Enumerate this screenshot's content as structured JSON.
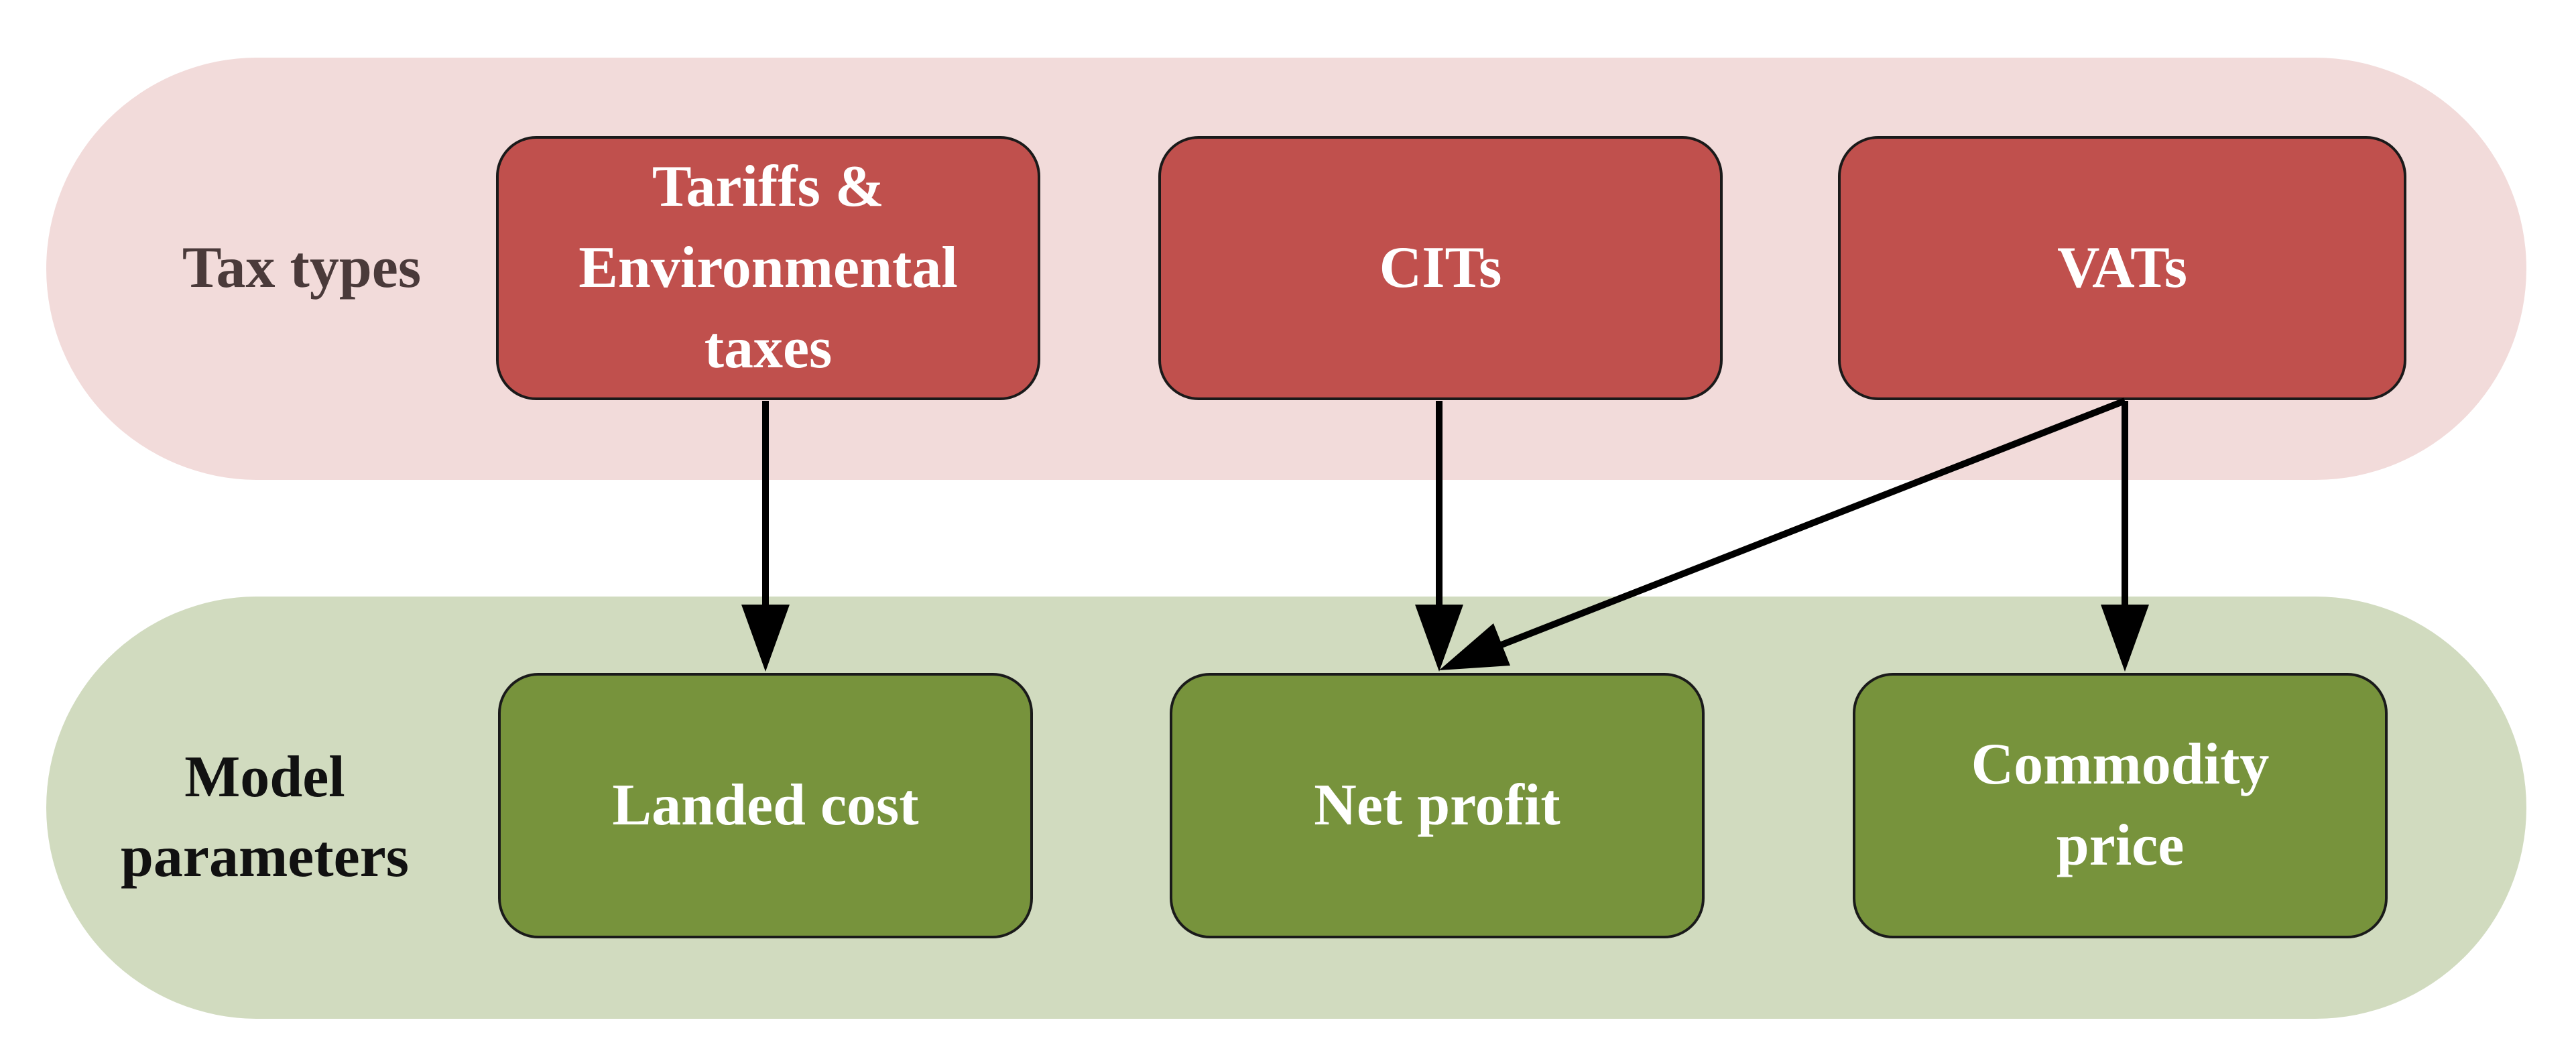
{
  "groups": {
    "tax_types": {
      "label": "Tax types",
      "nodes": [
        "Tariffs &\nEnvironmental\ntaxes",
        "CITs",
        "VATs"
      ]
    },
    "model_parameters": {
      "label": "Model\nparameters",
      "nodes": [
        "Landed cost",
        "Net profit",
        "Commodity\nprice"
      ]
    }
  },
  "edges": [
    {
      "from": "Tariffs & Environmental taxes",
      "to": "Landed cost"
    },
    {
      "from": "CITs",
      "to": "Net profit"
    },
    {
      "from": "VATs",
      "to": "Net profit"
    },
    {
      "from": "VATs",
      "to": "Commodity price"
    }
  ],
  "colors": {
    "tax_band": "#f2dbda",
    "param_band": "#d1dbbf",
    "tax_node": "#c0504d",
    "param_node": "#77933c",
    "arrow": "#000000"
  }
}
